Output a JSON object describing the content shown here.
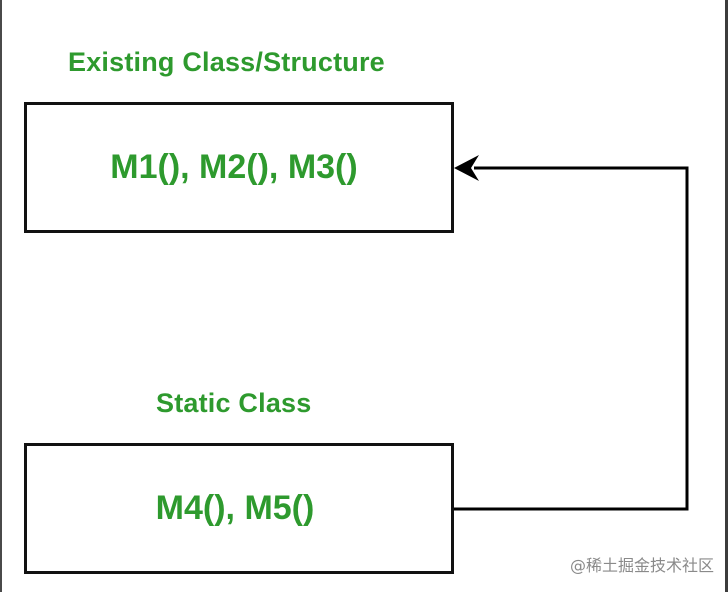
{
  "diagram": {
    "top_title": "Existing Class/Structure",
    "top_methods": "M1(), M2(), M3()",
    "bottom_title": "Static Class",
    "bottom_methods": "M4(), M5()"
  },
  "watermark": "@稀土掘金技术社区",
  "colors": {
    "label_green": "#2e9a2e",
    "box_border": "#111111",
    "arrow": "#000000"
  },
  "connector": {
    "from": "static-class-box",
    "to": "existing-class-box",
    "arrowhead": "arrow-left"
  }
}
